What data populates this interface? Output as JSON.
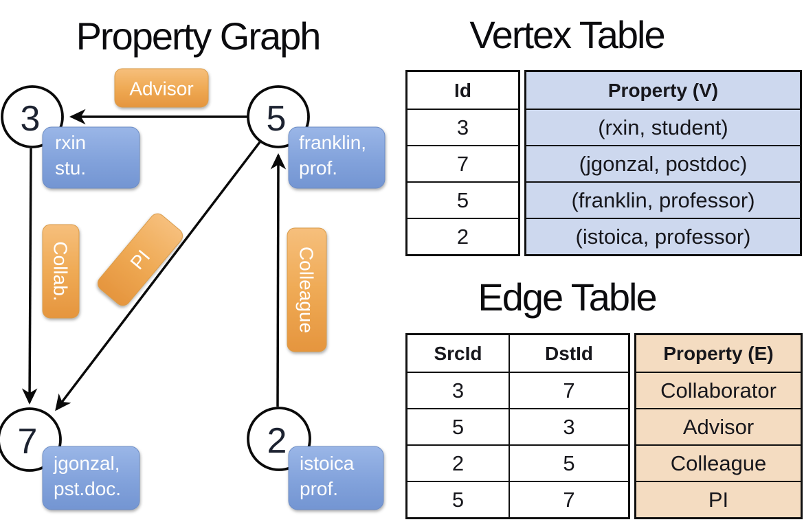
{
  "titles": {
    "graph": "Property Graph",
    "vertex": "Vertex Table",
    "edge": "Edge Table"
  },
  "graph": {
    "nodes": [
      {
        "id": "3"
      },
      {
        "id": "5"
      },
      {
        "id": "7"
      },
      {
        "id": "2"
      }
    ],
    "node_labels": [
      {
        "line1": "rxin",
        "line2": "stu."
      },
      {
        "line1": "franklin,",
        "line2": "prof."
      },
      {
        "line1": "jgonzal,",
        "line2": "pst.doc."
      },
      {
        "line1": "istoica",
        "line2": "prof."
      }
    ],
    "edges": [
      {
        "src": "5",
        "dst": "3",
        "label": "Advisor"
      },
      {
        "src": "3",
        "dst": "7",
        "label": "Collab."
      },
      {
        "src": "5",
        "dst": "7",
        "label": "PI"
      },
      {
        "src": "2",
        "dst": "5",
        "label": "Colleague"
      }
    ]
  },
  "vertex_table": {
    "headers": {
      "id": "Id",
      "property": "Property (V)"
    },
    "rows": [
      {
        "id": "3",
        "property": "(rxin, student)"
      },
      {
        "id": "7",
        "property": "(jgonzal, postdoc)"
      },
      {
        "id": "5",
        "property": "(franklin, professor)"
      },
      {
        "id": "2",
        "property": "(istoica, professor)"
      }
    ]
  },
  "edge_table": {
    "headers": {
      "src": "SrcId",
      "dst": "DstId",
      "property": "Property (E)"
    },
    "rows": [
      {
        "src": "3",
        "dst": "7",
        "property": "Collaborator"
      },
      {
        "src": "5",
        "dst": "3",
        "property": "Advisor"
      },
      {
        "src": "2",
        "dst": "5",
        "property": "Colleague"
      },
      {
        "src": "5",
        "dst": "7",
        "property": "PI"
      }
    ]
  },
  "colors": {
    "edge_label_orange": "#EDA24B",
    "node_label_blue": "#82A2DB",
    "vertex_property_bg": "#CDD8EE",
    "edge_property_bg": "#F4DCC1",
    "line_black": "#0a0a0a"
  }
}
